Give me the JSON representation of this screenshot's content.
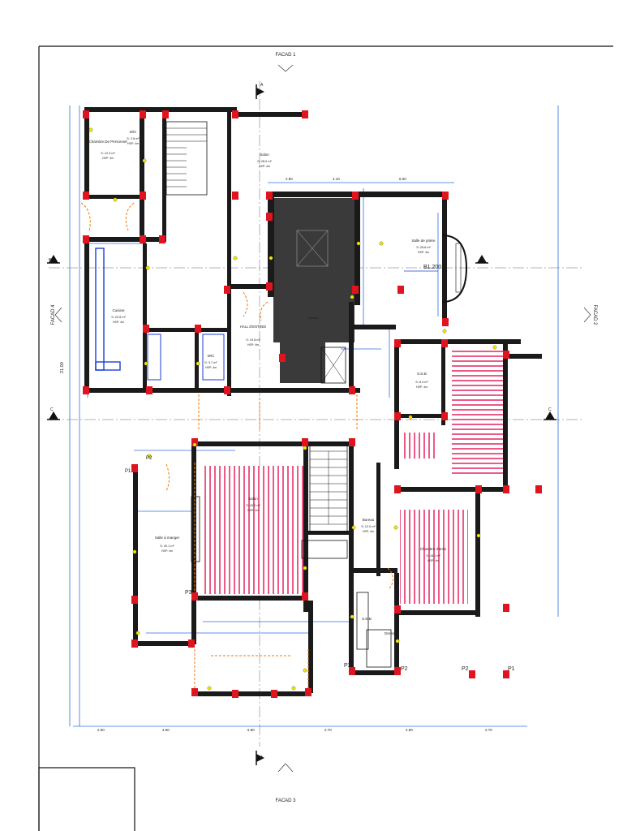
{
  "facades": {
    "top": "FACAD 1",
    "right": "FACAD 2",
    "bottom": "FACAD 3",
    "left": "FACAD 4"
  },
  "section_marks": {
    "a": "A",
    "b": "B",
    "c": "C"
  },
  "level": "B1.200",
  "column_tags": {
    "p1": "P1",
    "p2": "P2",
    "p3": "P3"
  },
  "rooms": [
    {
      "key": "chambre_personnel",
      "name": "Chambre.De Personnel",
      "area": "S: 12.0 m²",
      "hsp": "HSP: 4m"
    },
    {
      "key": "wc_1",
      "name": "W/C",
      "area": "S: 2.8 m²",
      "hsp": "HSP: 4m"
    },
    {
      "key": "salon_top",
      "name": "Salon",
      "area": "S: 28.0 m²",
      "hsp": "HSP: 4m"
    },
    {
      "key": "salle_priere",
      "name": "Salle de prière",
      "area": "S: 28.6 m²",
      "hsp": "HSP: 4m"
    },
    {
      "key": "cuisine",
      "name": "Cuisine",
      "area": "S: 22.8 m²",
      "hsp": "HSP: 4m"
    },
    {
      "key": "hall_entree",
      "name": "HALL D'ENTREE",
      "area": "S: 19.8 m²",
      "hsp": "HSP: 4m"
    },
    {
      "key": "wc_2",
      "name": "W/C",
      "area": "S: 3.7 m²",
      "hsp": "HSP: 4m"
    },
    {
      "key": "sdb_1",
      "name": "S.D.B",
      "area": "S: 8.4 m²",
      "hsp": "HSP: 4m"
    },
    {
      "key": "salon_main",
      "name": "Salon",
      "area": "S: 40.0 m²",
      "hsp": "HSP: 4m"
    },
    {
      "key": "salle_manger",
      "name": "Salle à manger",
      "area": "S: 30.1 m²",
      "hsp": "HSP: 4m"
    },
    {
      "key": "bureau",
      "name": "Bureau",
      "area": "S: 12.0 m²",
      "hsp": "HSP: 4m"
    },
    {
      "key": "chambre_amis",
      "name": "Chambre d'amis",
      "area": "S: 18.1 m²",
      "hsp": "HSP: 4m"
    },
    {
      "key": "sdb_2",
      "name": "S.D.B",
      "area": "",
      "hsp": ""
    },
    {
      "key": "dress",
      "name": "Dress",
      "area": "",
      "hsp": ""
    },
    {
      "key": "basin",
      "name": "Bassin",
      "area": "",
      "hsp": ""
    }
  ],
  "dimensions": {
    "bottom": [
      "2.50",
      "4.80",
      "6.80",
      "2.70",
      "4.80",
      "2.70"
    ],
    "left_total": "21.00",
    "top_inner": [
      "2.90",
      "4.10",
      "6.00"
    ]
  },
  "colors": {
    "wall": "#1a1a1a",
    "column": "#e0141e",
    "dimension": "#2f6fe0",
    "hatch": "#e8306a",
    "pool": "#3a3a3a",
    "marker": "#f3e600",
    "opening": "#f07800"
  }
}
